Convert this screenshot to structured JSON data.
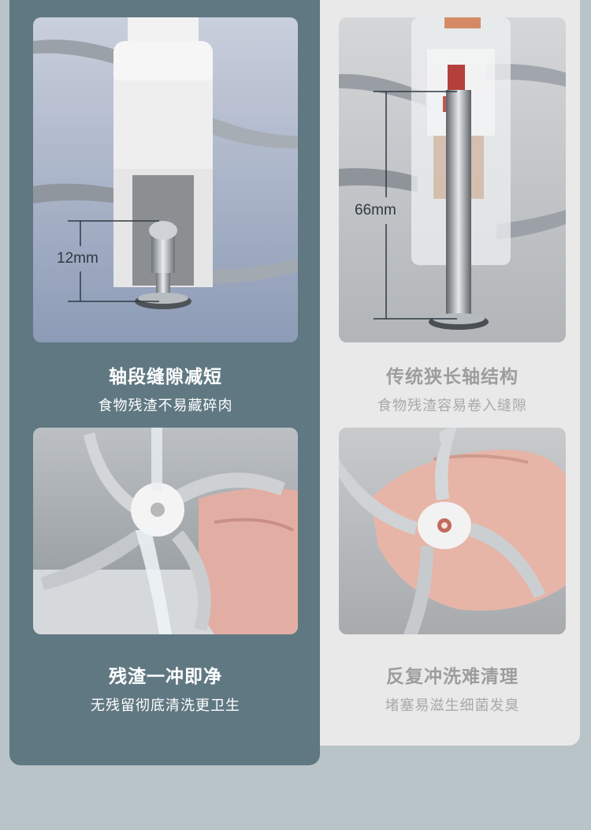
{
  "panels": {
    "top_left": {
      "measure": "12mm",
      "title": "轴段缝隙减短",
      "subtitle": "食物残渣不易藏碎肉"
    },
    "top_right": {
      "measure": "66mm",
      "title": "传统狭长轴结构",
      "subtitle": "食物残渣容易卷入缝隙"
    },
    "bottom_left": {
      "title": "残渣一冲即净",
      "subtitle": "无残留彻底清洗更卫生"
    },
    "bottom_right": {
      "title": "反复冲洗难清理",
      "subtitle": "堵塞易滋生细菌发臭"
    }
  },
  "colors": {
    "left_panel": "#607882",
    "right_panel": "#e9e9e9",
    "page_bg": "#b9c4c8"
  }
}
